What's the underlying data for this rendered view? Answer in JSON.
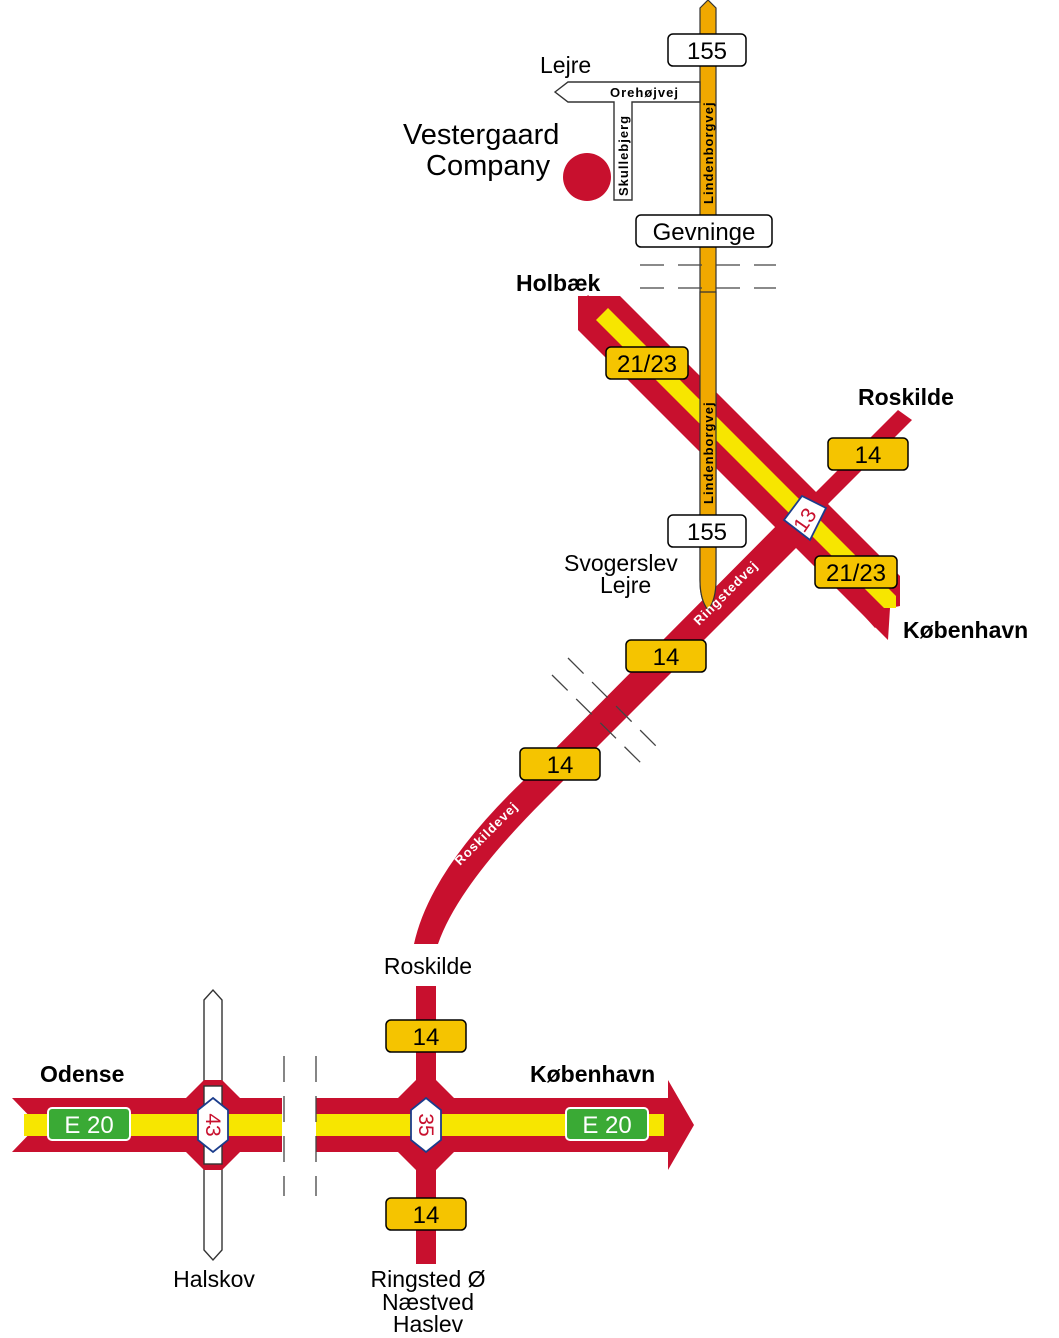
{
  "colors": {
    "major_road": "#c8102e",
    "motorway_center": "#f7e600",
    "secondary_road": "#f0a800",
    "route_shield": "#f5c400",
    "e_route_shield": "#3aaa35",
    "company_marker": "#c8102e"
  },
  "company": {
    "line1": "Vestergaard",
    "line2": "Company"
  },
  "places": {
    "lejre_top": "Lejre",
    "gevninge": "Gevninge",
    "holbaek": "Holbæk",
    "roskilde_ne": "Roskilde",
    "kobenhavn_east": "København",
    "svogerslev": "Svogerslev",
    "lejre_mid": "Lejre",
    "roskilde_south": "Roskilde",
    "odense": "Odense",
    "kobenhavn_south": "København",
    "halskov": "Halskov",
    "ringsted": "Ringsted Ø",
    "naestved": "Næstved",
    "haslev": "Haslev"
  },
  "streets": {
    "orehojvej": "Orehøjvej",
    "skullebjerg": "Skullebjerg",
    "lindenborgvej_top": "Lindenborgvej",
    "lindenborgvej_mid": "Lindenborgvej",
    "ringstedvej": "Ringstedvej",
    "roskildevej": "Roskildevej"
  },
  "route_shields": {
    "r155_top": "155",
    "r155_mid": "155",
    "r21_23_nw": "21/23",
    "r21_23_se": "21/23",
    "r14_ne": "14",
    "r14_a": "14",
    "r14_b": "14",
    "r14_north": "14",
    "r14_south": "14"
  },
  "e_route_shields": {
    "e20_west": "E 20",
    "e20_east": "E 20"
  },
  "national_road_markers": {
    "r13": "13",
    "r35": "35",
    "r43": "43"
  }
}
